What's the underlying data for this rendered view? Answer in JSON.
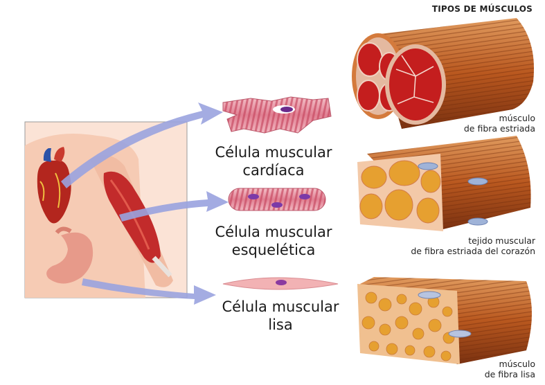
{
  "title": "TIPOS DE MÚSCULOS",
  "cells": [
    {
      "line1": "Célula muscular",
      "line2": "cardíaca"
    },
    {
      "line1": "Célula muscular",
      "line2": "esquelética"
    },
    {
      "line1": "Célula muscular lisa",
      "line2": ""
    }
  ],
  "tissues": [
    {
      "line1": "músculo",
      "line2": "de fibra estriada"
    },
    {
      "line1": "tejido muscular",
      "line2": "de fibra estriada del corazón"
    },
    {
      "line1": "músculo",
      "line2": "de fibra lisa"
    }
  ],
  "colors": {
    "arrow": "#9aa3df",
    "muscle": "#b5541f",
    "fiber_cut": "#c41e1e",
    "smooth_cut": "#e6a030",
    "skin": "#f6cbb4"
  }
}
